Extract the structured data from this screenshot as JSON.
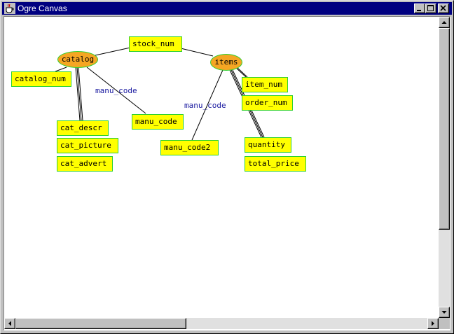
{
  "window": {
    "title": "Ogre Canvas",
    "icon": "java-cup-icon",
    "controls": [
      "minimize-icon",
      "maximize-icon",
      "close-icon"
    ]
  },
  "diagram": {
    "nodes": {
      "catalog": "catalog",
      "items": "items",
      "stock_num": "stock_num",
      "catalog_num": "catalog_num",
      "manu_code": "manu_code",
      "cat_descr": "cat_descr",
      "cat_picture": "cat_picture",
      "cat_advert": "cat_advert",
      "item_num": "item_num",
      "order_num": "order_num",
      "manu_code2": "manu_code2",
      "quantity": "quantity",
      "total_price": "total_price"
    },
    "edge_labels": {
      "catalog_manu_code": "manu_code",
      "items_manu_code2": "manu_code"
    }
  },
  "colors": {
    "titlebar": "#000080",
    "node_fill": "#ffff00",
    "node_border": "#2fd12f",
    "oval_fill": "#f5a623",
    "edge_label": "#1a1aa0"
  }
}
